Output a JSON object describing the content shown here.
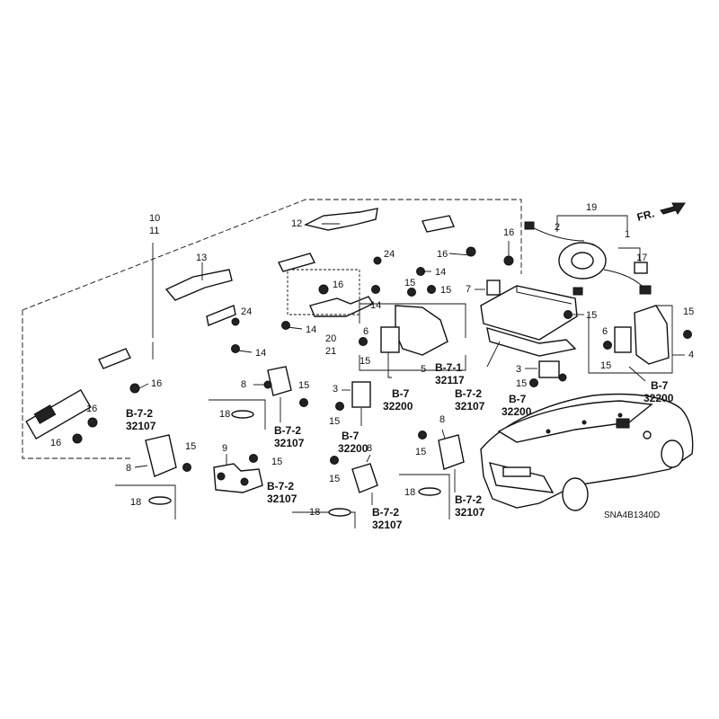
{
  "diagram_code": "SNA4B1340D",
  "direction_label": "FR.",
  "part_numbers": {
    "p1": "1",
    "p2": "2",
    "p3": "3",
    "p4": "4",
    "p5": "5",
    "p6": "6",
    "p7": "7",
    "p8": "8",
    "p9": "9",
    "p10": "10",
    "p11": "11",
    "p12": "12",
    "p13": "13",
    "p14": "14",
    "p15": "15",
    "p16": "16",
    "p17": "17",
    "p18": "18",
    "p19": "19",
    "p20": "20",
    "p21": "21",
    "p24": "24"
  },
  "section_refs": {
    "b7": "B-7",
    "b71": "B-7-1",
    "b72": "B-7-2",
    "c32200": "32200",
    "c32107": "32107",
    "c32117": "32117"
  }
}
